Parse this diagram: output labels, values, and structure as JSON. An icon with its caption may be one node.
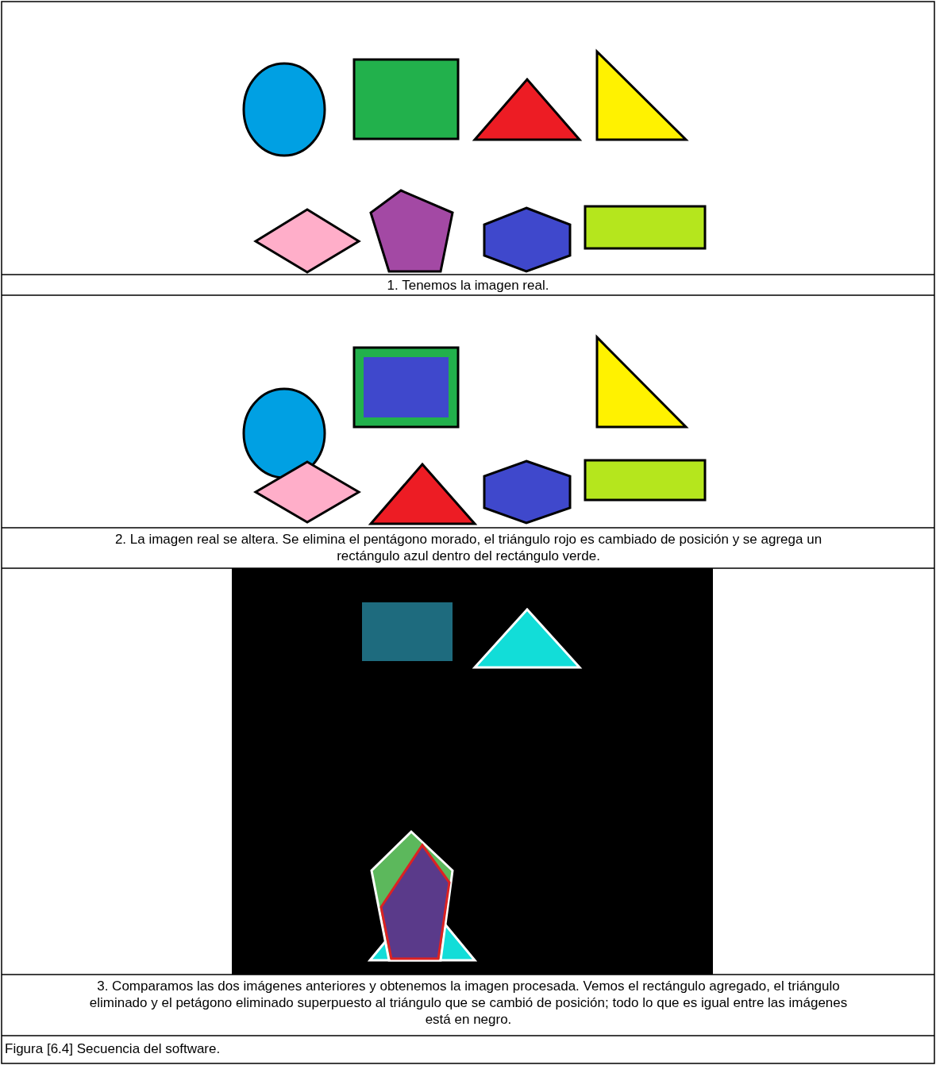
{
  "diagram": {
    "caption": "Figura [6.4] Secuencia del software.",
    "labels": [
      "1. Tenemos la imagen real.",
      "2. La imagen real se altera. Se elimina el pentágono morado, el triángulo rojo es cambiado de posición y se agrega un rectángulo azul dentro del rectángulo verde.",
      "3. Comparamos las dos imágenes anteriores y obtenemos la imagen procesada. Vemos el rectángulo agregado, el triángulo eliminado y el petágono eliminado superpuesto al triángulo que se cambió de posición; todo lo que es igual entre las imágenes está en negro."
    ]
  }
}
